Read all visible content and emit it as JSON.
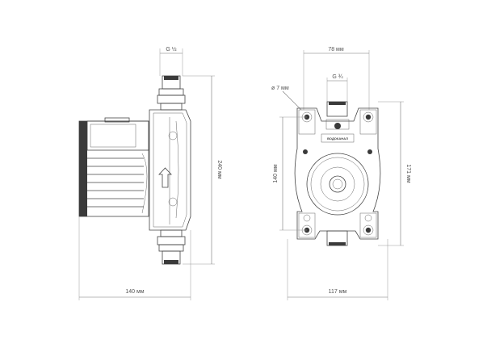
{
  "side_view": {
    "thread_label": "G ½",
    "height_label": "240 мм",
    "width_label": "140 мм"
  },
  "front_view": {
    "width_top_label": "78 мм",
    "thread_label": "G ¾",
    "hole_label": "ø 7 мм",
    "mount_height_label": "140 мм",
    "height_label": "171 мм",
    "width_bottom_label": "117 мм",
    "brand_text": "ВОДОКАНАЛ"
  }
}
